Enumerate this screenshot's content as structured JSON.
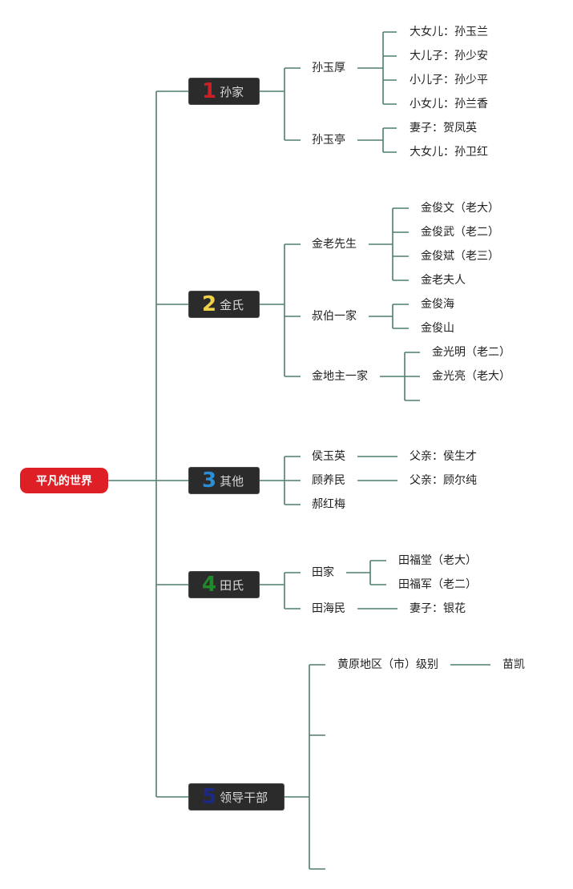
{
  "colors": {
    "line": "#4f7f72",
    "root": "#df1f26",
    "branch_bg": "#2b2b2b"
  },
  "root": "平凡的世界",
  "branches": [
    {
      "num": "1",
      "label": "孙家",
      "num_color": "#cc1f26"
    },
    {
      "num": "2",
      "label": "金氏",
      "num_color": "#f0d24a"
    },
    {
      "num": "3",
      "label": "其他",
      "num_color": "#2a8fd8"
    },
    {
      "num": "4",
      "label": "田氏",
      "num_color": "#1e8a2a"
    },
    {
      "num": "5",
      "label": "领导干部",
      "num_color": "#1c2a86"
    }
  ],
  "sun": {
    "yuhou": {
      "name": "孙玉厚",
      "children": [
        "大女儿：孙玉兰",
        "大儿子：孙少安",
        "小儿子：孙少平",
        "小女儿：孙兰香"
      ]
    },
    "yuting": {
      "name": "孙玉亭",
      "children": [
        "妻子：贺凤英",
        "大女儿：孙卫红"
      ]
    }
  },
  "jin": {
    "elder": {
      "name": "金老先生",
      "children": [
        "金俊文（老大）",
        "金俊武（老二）",
        "金俊斌（老三）",
        "金老夫人"
      ]
    },
    "uncle": {
      "name": "叔伯一家",
      "children": [
        "金俊海",
        "金俊山"
      ]
    },
    "landlord": {
      "name": "金地主一家",
      "children": [
        "金光明（老二）",
        "金光亮（老大）"
      ]
    }
  },
  "other": {
    "hou": {
      "name": "侯玉英",
      "child": "父亲：侯生才"
    },
    "gu": {
      "name": "顾养民",
      "child": "父亲：顾尔纯"
    },
    "hao": {
      "name": "郝红梅"
    }
  },
  "tian": {
    "family": {
      "name": "田家",
      "children": [
        "田福堂（老大）",
        "田福军（老二）"
      ]
    },
    "haimin": {
      "name": "田海民",
      "child": "妻子：银花"
    }
  },
  "leaders": {
    "level": {
      "name": "黄原地区（市）级别",
      "child": "苗凯"
    }
  }
}
